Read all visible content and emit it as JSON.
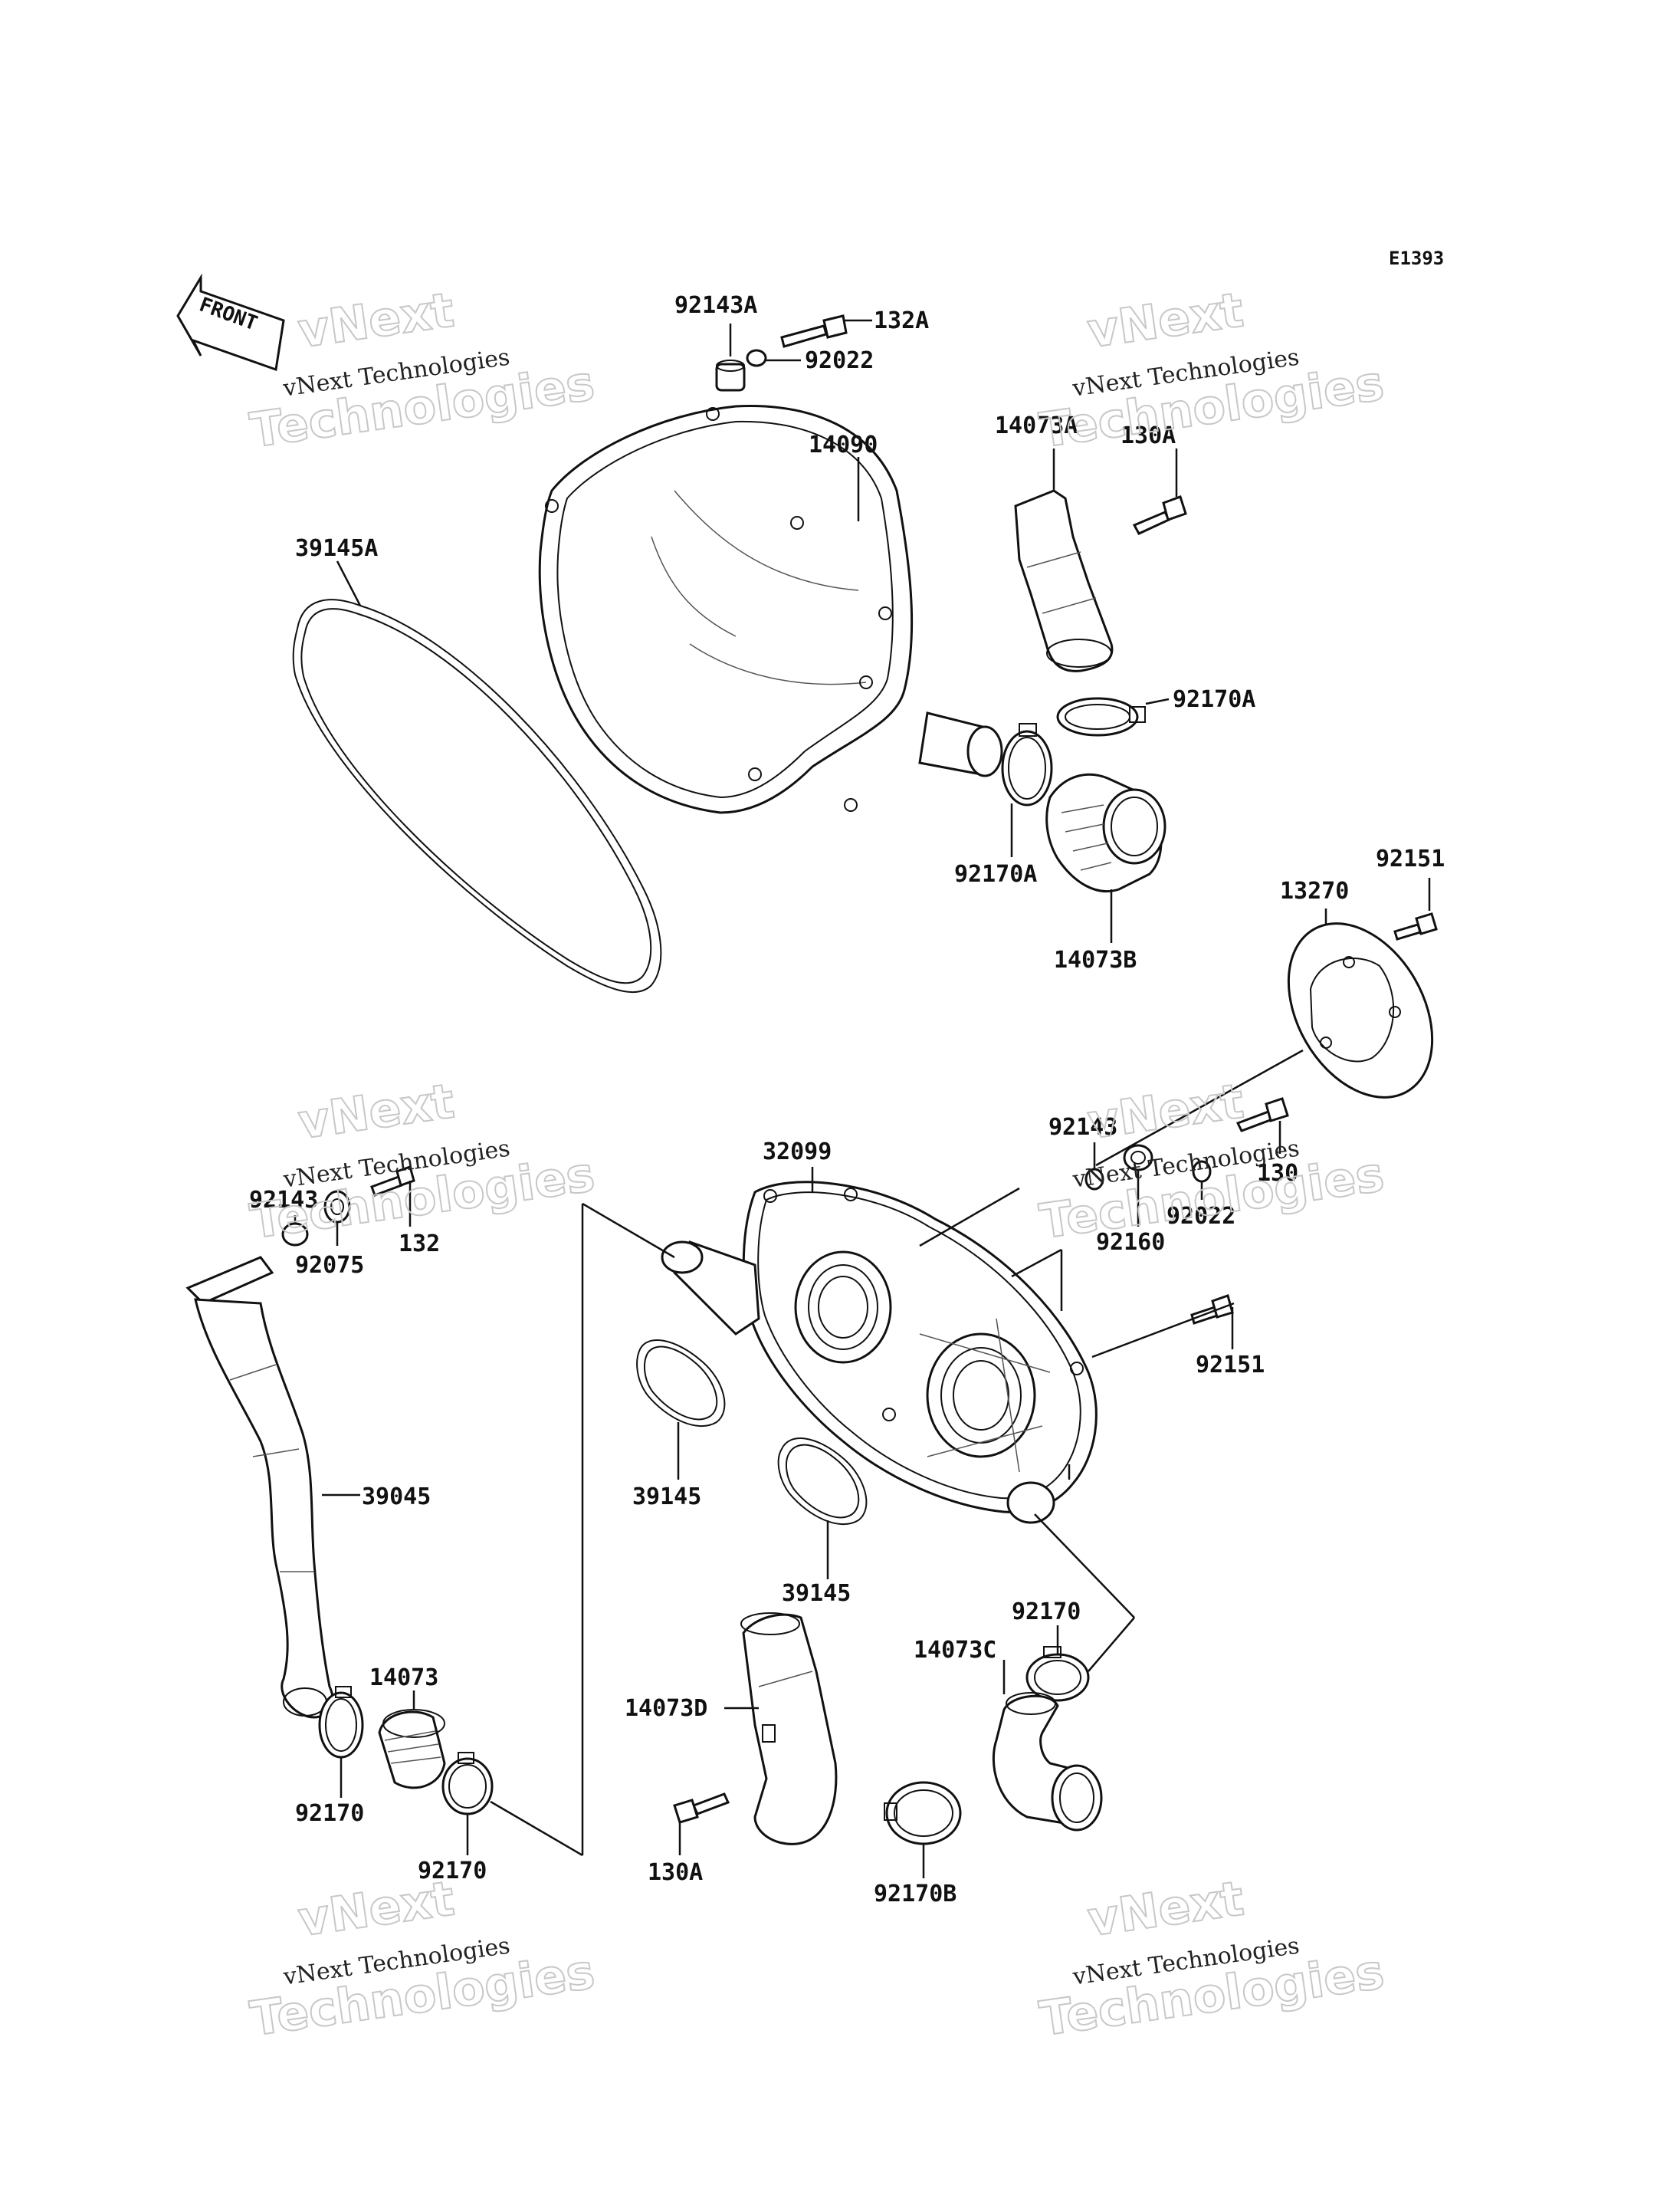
{
  "diagram_code": "E1393",
  "front_label": "FRONT",
  "watermark": {
    "company": "vNext Technologies",
    "word1": "vNext",
    "word2": "Technologies"
  },
  "parts": [
    {
      "id": "92143A",
      "label": "92143A"
    },
    {
      "id": "132A",
      "label": "132A"
    },
    {
      "id": "92022_top",
      "label": "92022"
    },
    {
      "id": "14090",
      "label": "14090"
    },
    {
      "id": "14073A",
      "label": "14073A"
    },
    {
      "id": "130A_top",
      "label": "130A"
    },
    {
      "id": "39145A",
      "label": "39145A"
    },
    {
      "id": "92170A_right",
      "label": "92170A"
    },
    {
      "id": "92170A_left",
      "label": "92170A"
    },
    {
      "id": "14073B",
      "label": "14073B"
    },
    {
      "id": "92151_top",
      "label": "92151"
    },
    {
      "id": "13270",
      "label": "13270"
    },
    {
      "id": "92143_right",
      "label": "92143"
    },
    {
      "id": "130",
      "label": "130"
    },
    {
      "id": "92022_right",
      "label": "92022"
    },
    {
      "id": "92160",
      "label": "92160"
    },
    {
      "id": "32099",
      "label": "32099"
    },
    {
      "id": "92143_left",
      "label": "92143"
    },
    {
      "id": "132",
      "label": "132"
    },
    {
      "id": "92075",
      "label": "92075"
    },
    {
      "id": "92151_mid",
      "label": "92151"
    },
    {
      "id": "39145_a",
      "label": "39145"
    },
    {
      "id": "39145_b",
      "label": "39145"
    },
    {
      "id": "39045",
      "label": "39045"
    },
    {
      "id": "92170_right",
      "label": "92170"
    },
    {
      "id": "14073C",
      "label": "14073C"
    },
    {
      "id": "14073",
      "label": "14073"
    },
    {
      "id": "14073D",
      "label": "14073D"
    },
    {
      "id": "92170_a",
      "label": "92170"
    },
    {
      "id": "92170_b",
      "label": "92170"
    },
    {
      "id": "130A_bottom",
      "label": "130A"
    },
    {
      "id": "92170B",
      "label": "92170B"
    }
  ]
}
